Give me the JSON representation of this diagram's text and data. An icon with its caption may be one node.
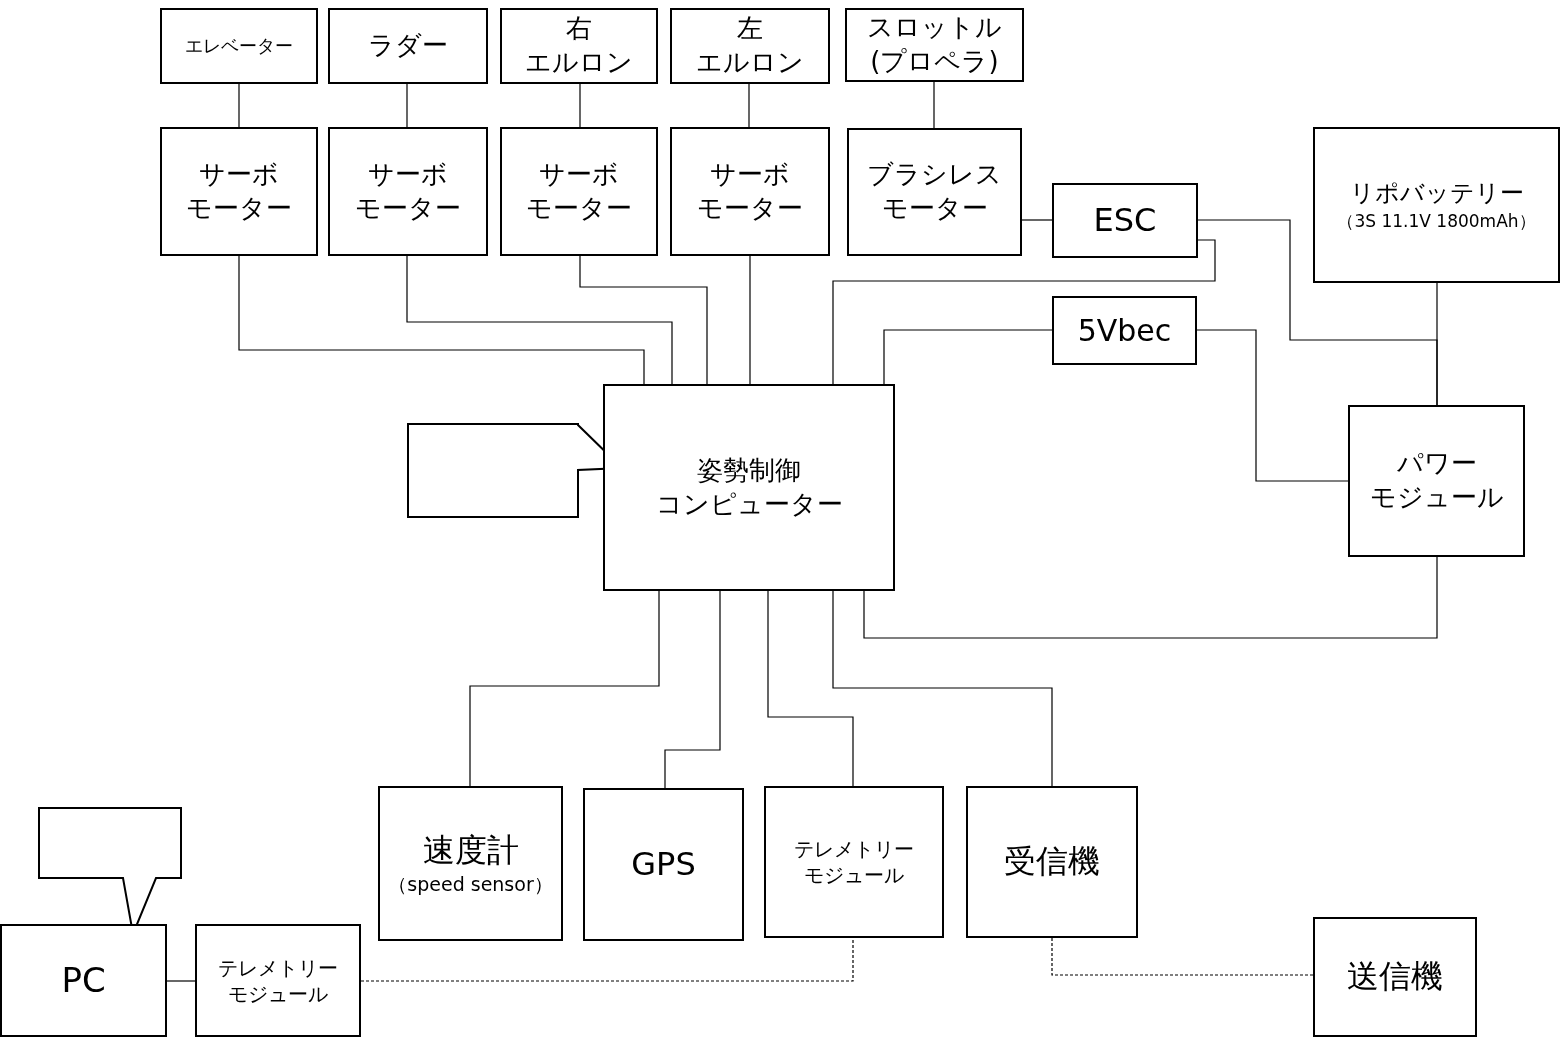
{
  "diagram": {
    "nodes": [
      {
        "text": [
          "エレベーター"
        ]
      },
      {
        "text": [
          "ラダー"
        ]
      },
      {
        "text": [
          "右エルロン"
        ]
      },
      {
        "text": [
          "左エルロン"
        ]
      },
      {
        "text": [
          "スロットル(プロペラ)"
        ]
      },
      {
        "text": [
          "サーボモーター"
        ]
      },
      {
        "text": [
          "サーボモーター"
        ]
      },
      {
        "text": [
          "サーボモーター"
        ]
      },
      {
        "text": [
          "サーボモーター"
        ]
      },
      {
        "text": [
          "ブラシレスモーター"
        ]
      },
      {
        "text": [
          "ESC"
        ]
      },
      {
        "text": [
          "リポバッテリー",
          "（3S 11.1V 1800mAh）"
        ]
      },
      {
        "text": [
          "5Vbec"
        ]
      },
      {
        "text": [],
        "shape": "callout"
      },
      {
        "text": [
          "姿勢制御コンピューター"
        ]
      },
      {
        "text": [
          "パワーモジュール"
        ]
      },
      {
        "text": [],
        "shape": "callout"
      },
      {
        "text": [
          "PC"
        ]
      },
      {
        "text": [
          "テレメトリーモジュール"
        ]
      },
      {
        "text": [
          "速度計",
          "（speed sensor）"
        ]
      },
      {
        "text": [
          "GPS"
        ]
      },
      {
        "text": [
          "テレメトリーモジュール"
        ]
      },
      {
        "text": [
          "受信機"
        ]
      },
      {
        "text": [
          "送信機"
        ]
      }
    ],
    "edges": [
      {
        "from": 0,
        "to": 5,
        "arrow": "none"
      },
      {
        "from": 1,
        "to": 6,
        "arrow": "none"
      },
      {
        "from": 2,
        "to": 7,
        "arrow": "none"
      },
      {
        "from": 3,
        "to": 8,
        "arrow": "none"
      },
      {
        "from": 4,
        "to": 9,
        "arrow": "none"
      },
      {
        "from": 9,
        "to": 10,
        "arrow": "none"
      },
      {
        "from": 5,
        "to": 14,
        "arrow": "none"
      },
      {
        "from": 6,
        "to": 14,
        "arrow": "none"
      },
      {
        "from": 7,
        "to": 14,
        "arrow": "none"
      },
      {
        "from": 8,
        "to": 14,
        "arrow": "none"
      },
      {
        "from": 10,
        "to": 14,
        "arrow": "none"
      },
      {
        "from": 12,
        "to": 14,
        "arrow": "none"
      },
      {
        "from": 10,
        "to": 15,
        "arrow": "none"
      },
      {
        "from": 11,
        "to": 15,
        "arrow": "none"
      },
      {
        "from": 12,
        "to": 15,
        "arrow": "none"
      },
      {
        "from": 15,
        "to": 14,
        "arrow": "none"
      },
      {
        "from": 14,
        "to": 19,
        "arrow": "none"
      },
      {
        "from": 14,
        "to": 20,
        "arrow": "none"
      },
      {
        "from": 14,
        "to": 21,
        "arrow": "none"
      },
      {
        "from": 14,
        "to": 22,
        "arrow": "none"
      },
      {
        "from": 17,
        "to": 18,
        "arrow": "none"
      },
      {
        "from": 18,
        "to": 21,
        "arrow": "none",
        "style": "dashed"
      },
      {
        "from": 22,
        "to": 23,
        "arrow": "none",
        "style": "dashed"
      }
    ]
  }
}
